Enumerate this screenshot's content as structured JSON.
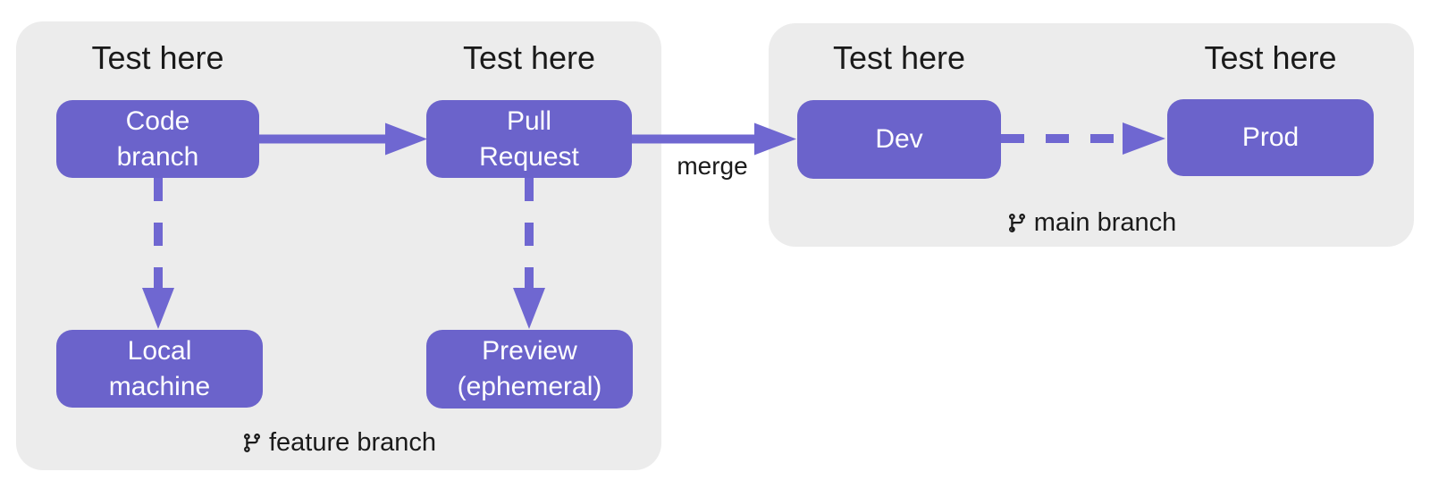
{
  "colors": {
    "canvas-bg": "#ffffff",
    "group-bg": "#ececec",
    "node-bg": "#6b63cb",
    "node-text": "#ffffff",
    "arrow": "#6f67d1",
    "label-text": "#1a1a1a"
  },
  "titles": {
    "code_branch": "Test here",
    "pull_request": "Test here",
    "dev": "Test here",
    "prod": "Test here"
  },
  "nodes": {
    "code_branch": "Code\nbranch",
    "pull_request": "Pull\nRequest",
    "local_machine": "Local\nmachine",
    "preview": "Preview\n(ephemeral)",
    "dev": "Dev",
    "prod": "Prod"
  },
  "edges": {
    "merge_label": "merge"
  },
  "groups": {
    "feature": {
      "branch_label": "feature branch"
    },
    "main": {
      "branch_label": "main branch"
    }
  }
}
